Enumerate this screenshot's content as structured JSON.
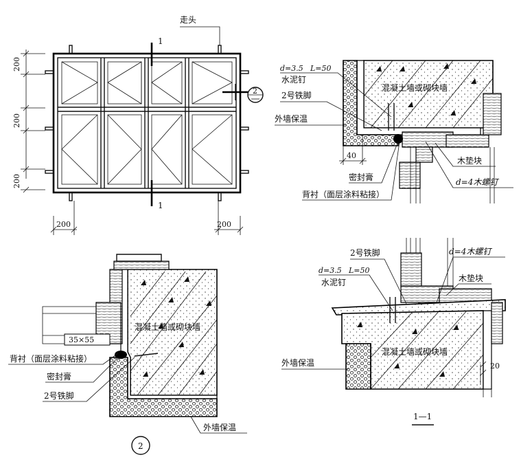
{
  "elevation": {
    "label_zoutou": "走头",
    "dims_left": [
      "200",
      "200",
      "200"
    ],
    "dims_bottom": [
      "200",
      "200"
    ],
    "section_mark": "1",
    "detail_callout": "2"
  },
  "detail_2": {
    "wall_label": "混凝土墙或砌块墙",
    "dim_block": "35×55",
    "label_backing": "背衬（面层涂料粘接）",
    "label_sealant": "密封膏",
    "label_iron": "2号铁脚",
    "label_insulation": "外墙保温",
    "title": "2"
  },
  "detail_top_right": {
    "nail_spec_d": "d=3.5",
    "nail_spec_l": "L=50",
    "label_nail": "水泥钉",
    "label_iron": "2号铁脚",
    "label_insulation": "外墙保温",
    "wall_label": "混凝土墙或砌块墙",
    "dim_40": "40",
    "label_sealant": "密封膏",
    "label_backing": "背衬（面层涂料粘接）",
    "label_wood_block": "木垫块",
    "label_screw": "d=4木螺钉"
  },
  "detail_bottom_right": {
    "label_iron": "2号铁脚",
    "label_screw": "d=4木螺钉",
    "nail_spec_d": "d=3.5",
    "nail_spec_l": "L=50",
    "label_nail": "水泥钉",
    "label_wood_block": "木垫块",
    "wall_label": "混凝土墙或砌块墙",
    "label_insulation": "外墙保温",
    "dim_20": "20",
    "title": "1—1"
  }
}
